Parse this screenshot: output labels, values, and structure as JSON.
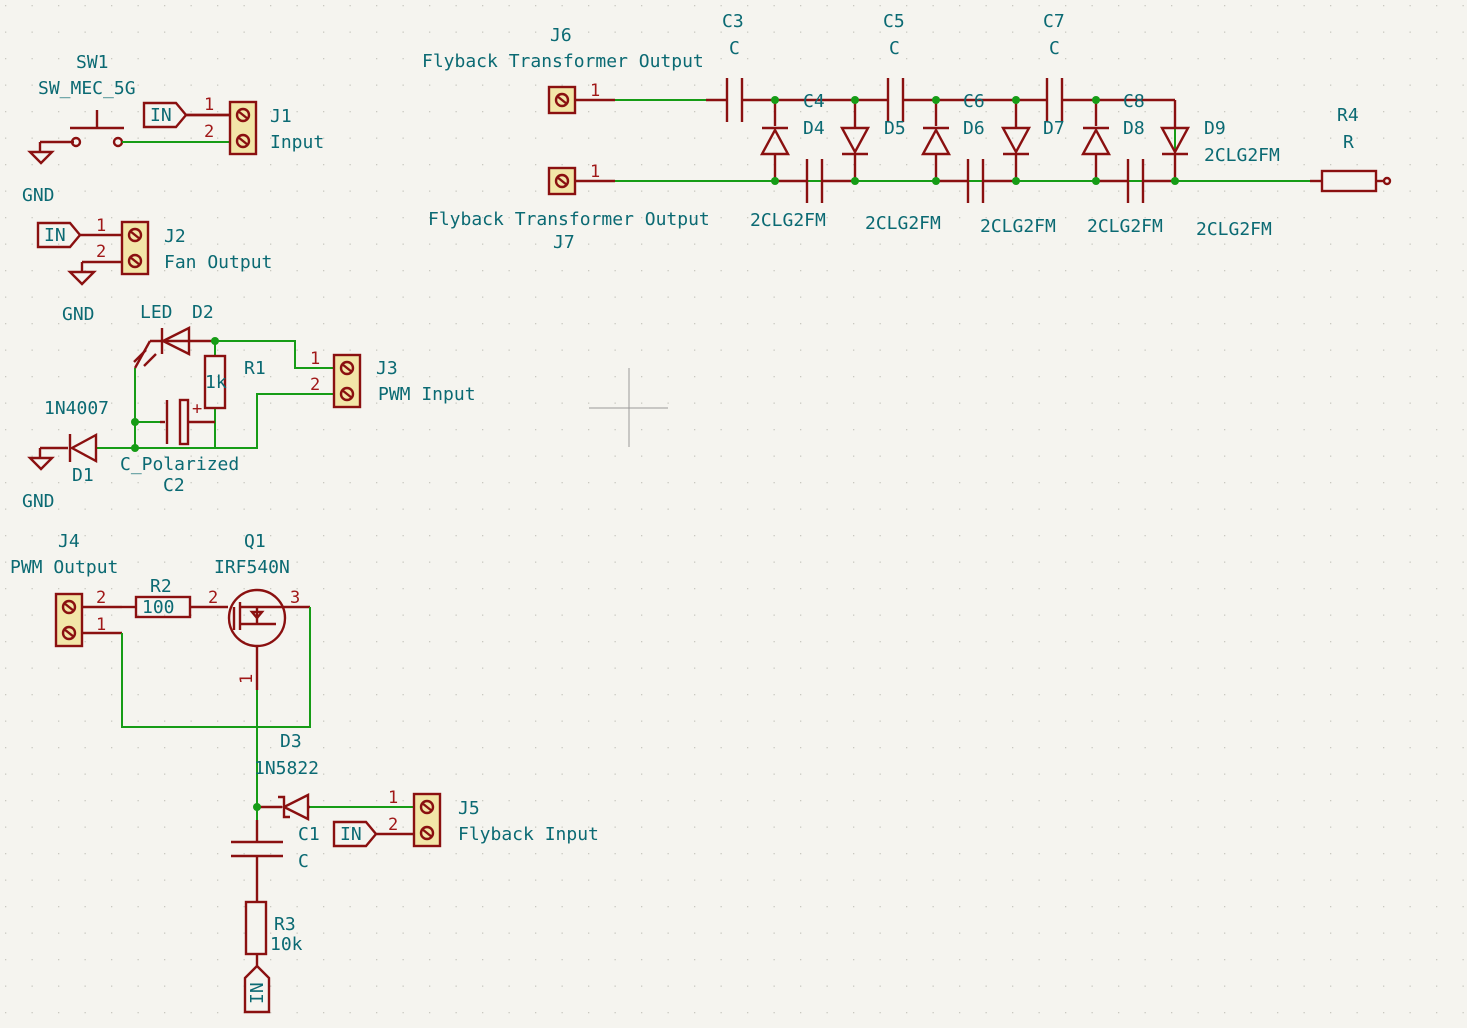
{
  "colors": {
    "wire": "#169c16",
    "symbol": "#8a1010",
    "text": "#0b6a73",
    "pin": "#a01818",
    "background": "#f5f4ef",
    "connector_fill": "#f2e6a8"
  },
  "sw1": {
    "ref": "SW1",
    "value": "SW_MEC_5G"
  },
  "j1": {
    "ref": "J1",
    "value": "Input",
    "pin1": "1",
    "pin2": "2"
  },
  "j2": {
    "ref": "J2",
    "value": "Fan Output",
    "pin1": "1",
    "pin2": "2"
  },
  "j3": {
    "ref": "J3",
    "value": "PWM Input",
    "pin1": "1",
    "pin2": "2"
  },
  "j4": {
    "ref": "J4",
    "value": "PWM Output",
    "pin1": "1",
    "pin2": "2"
  },
  "j5": {
    "ref": "J5",
    "value": "Flyback Input",
    "pin1": "1",
    "pin2": "2"
  },
  "j6": {
    "ref": "J6",
    "value": "Flyback Transformer Output",
    "pin1": "1"
  },
  "j7": {
    "ref": "J7",
    "value": "Flyback Transformer Output",
    "pin1": "1"
  },
  "in_label": "IN",
  "gnd_label": "GND",
  "d1": {
    "ref": "D1",
    "value": "1N4007"
  },
  "d2": {
    "ref": "D2",
    "value": "LED"
  },
  "r1": {
    "ref": "R1",
    "value": "1k"
  },
  "c2": {
    "ref": "C2",
    "value": "C_Polarized"
  },
  "r2": {
    "ref": "R2",
    "value": "100"
  },
  "q1": {
    "ref": "Q1",
    "value": "IRF540N",
    "pin1": "1",
    "pin2": "2",
    "pin3": "3"
  },
  "d3": {
    "ref": "D3",
    "value": "1N5822"
  },
  "c1": {
    "ref": "C1",
    "value": "C"
  },
  "r3": {
    "ref": "R3",
    "value": "10k"
  },
  "r4": {
    "ref": "R4",
    "value": "R"
  },
  "multiplier": {
    "c3": {
      "ref": "C3",
      "value": "C"
    },
    "c5": {
      "ref": "C5",
      "value": "C"
    },
    "c7": {
      "ref": "C7",
      "value": "C"
    },
    "c4": {
      "ref": "C4"
    },
    "c6": {
      "ref": "C6"
    },
    "c8": {
      "ref": "C8"
    },
    "d4": {
      "ref": "D4"
    },
    "d5": {
      "ref": "D5"
    },
    "d6": {
      "ref": "D6"
    },
    "d7": {
      "ref": "D7"
    },
    "d8": {
      "ref": "D8"
    },
    "d9": {
      "ref": "D9",
      "value": "2CLG2FM"
    },
    "diode_value": "2CLG2FM"
  }
}
